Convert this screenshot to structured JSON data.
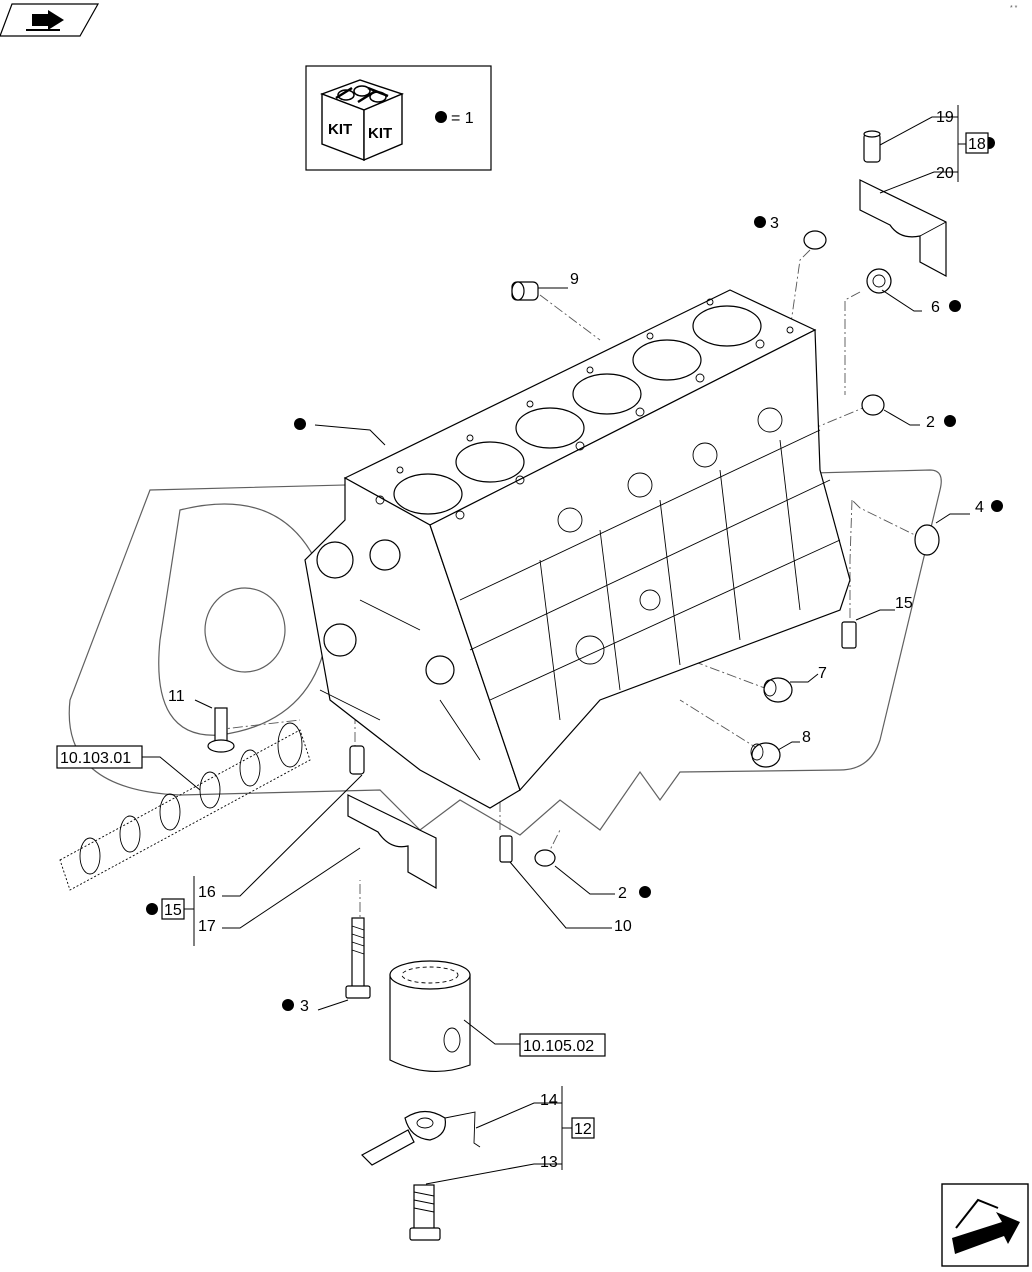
{
  "kit_legend": {
    "kit_text_left": "KIT",
    "kit_text_right": "KIT",
    "equals_text": "= 1"
  },
  "callouts": {
    "p2a": "2",
    "p2b": "2",
    "p3a": "3",
    "p3b": "3",
    "p4": "4",
    "p6": "6",
    "p7": "7",
    "p8": "8",
    "p9": "9",
    "p10": "10",
    "p11": "11",
    "p13": "13",
    "p14": "14",
    "p15": "15",
    "p16": "16",
    "p17": "17",
    "p19": "19",
    "p20": "20"
  },
  "group_boxes": {
    "g12": "12",
    "g15": "15",
    "g18": "18"
  },
  "references": {
    "ref_camshaft": "10.103.01",
    "ref_piston": "10.105.02"
  },
  "icons": {
    "top_nav": "back-arrow-icon",
    "bottom_nav": "next-page-arrow-icon",
    "kit": "kit-box-icon"
  }
}
